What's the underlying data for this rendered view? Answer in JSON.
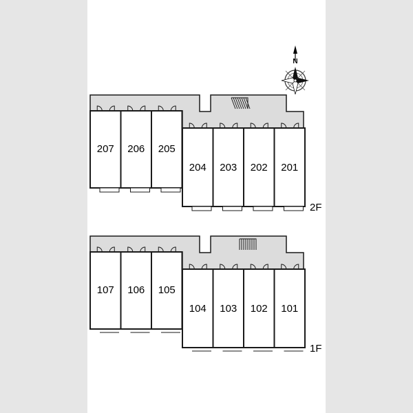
{
  "compass": {
    "north_label": "N",
    "icon": "compass-rose-icon"
  },
  "floors": [
    {
      "id": "2F",
      "label": "2F",
      "west_units": [
        "207",
        "206",
        "205"
      ],
      "east_units": [
        "204",
        "203",
        "202",
        "201"
      ]
    },
    {
      "id": "1F",
      "label": "1F",
      "west_units": [
        "107",
        "106",
        "105"
      ],
      "east_units": [
        "104",
        "103",
        "102",
        "101"
      ]
    }
  ],
  "colors": {
    "corridor": "#dcdcdc",
    "line": "#1a1a1a",
    "background": "#e6e6e6",
    "sheet": "#ffffff"
  }
}
